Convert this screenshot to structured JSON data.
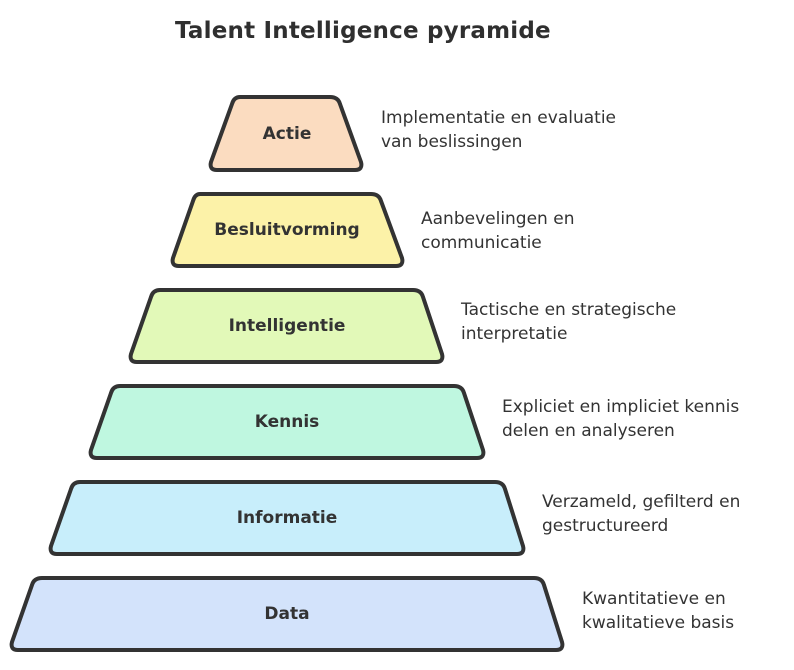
{
  "title": "Talent Intelligence pyramide",
  "colors": {
    "outline": "#333333",
    "actie": "#fbdcc0",
    "besluitvorming": "#fcf2a8",
    "intelligentie": "#e2f9b8",
    "kennis": "#bff7e0",
    "informatie": "#c8eefb",
    "data": "#d3e3fb"
  },
  "levels": [
    {
      "label": "Actie",
      "description_line1": "Implementatie en evaluatie",
      "description_line2": "van beslissingen"
    },
    {
      "label": "Besluitvorming",
      "description_line1": "Aanbevelingen en",
      "description_line2": "communicatie"
    },
    {
      "label": "Intelligentie",
      "description_line1": "Tactische en strategische",
      "description_line2": "interpretatie"
    },
    {
      "label": "Kennis",
      "description_line1": "Expliciet en impliciet kennis",
      "description_line2": "delen en analyseren"
    },
    {
      "label": "Informatie",
      "description_line1": "Verzameld, gefilterd en",
      "description_line2": "gestructureerd"
    },
    {
      "label": "Data",
      "description_line1": "Kwantitatieve en",
      "description_line2": "kwalitatieve basis"
    }
  ]
}
